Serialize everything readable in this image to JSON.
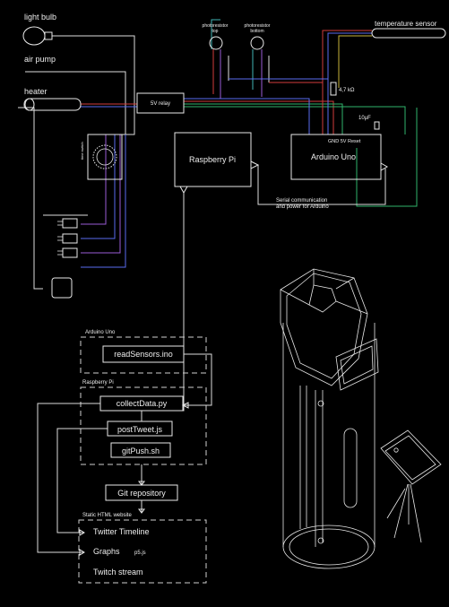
{
  "colors": {
    "background": "#000000",
    "line": "#e8e8e8",
    "wire_red": "#d23b3b",
    "wire_blue": "#5a6cf0",
    "wire_green": "#31b36b",
    "wire_purple": "#9a5bd6",
    "wire_teal": "#3fb3b3",
    "wire_yellow": "#c8b43a"
  },
  "labels": {
    "light_bulb": "light bulb",
    "air_pump": "air pump",
    "heater": "heater",
    "temperature_sensor": "temperature sensor",
    "photoresistor_top": [
      "photoresistor",
      "top"
    ],
    "photoresistor_bottom": [
      "photoresistor",
      "bottom"
    ],
    "relay": "5V relay",
    "resistor": "4,7 kΩ",
    "capacitor": "10µF",
    "pins": "GND 5V Reset",
    "raspberry_pi": "Raspberry Pi",
    "arduino_uno": "Arduino Uno",
    "serial_note": [
      "Serial communication",
      "and power for Arduino"
    ],
    "time_switch": "time switch"
  },
  "software": {
    "arduino_group": "Arduino Uno",
    "raspberry_group": "Raspberry Pi",
    "website_group": "Static HTML website",
    "read_sensors": "readSensors.ino",
    "collect_data": "collectData.py",
    "post_tweet": "postTweet.js",
    "git_push": "gitPush.sh",
    "git_repo": "Git repository",
    "twitter_timeline": "Twitter Timeline",
    "graphs": "Graphs",
    "graphs_lib": "p5.js",
    "twitch_stream": "Twitch stream"
  },
  "icons": [
    "light-bulb-icon",
    "heater-icon",
    "time-switch-dial-icon",
    "power-plug-icon",
    "photoresistor-icon",
    "camera-phone-icon",
    "tripod-icon"
  ]
}
